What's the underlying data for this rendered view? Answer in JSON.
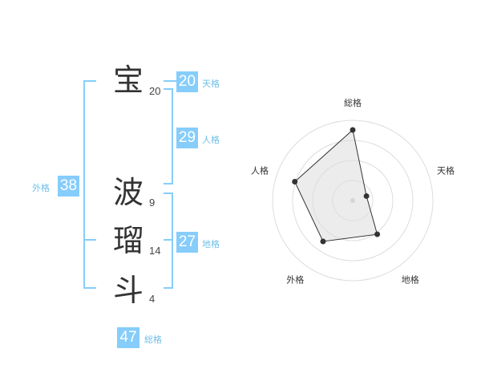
{
  "name": {
    "characters": [
      {
        "char": "宝",
        "strokes": "20"
      },
      {
        "char": "波",
        "strokes": "9"
      },
      {
        "char": "瑠",
        "strokes": "14"
      },
      {
        "char": "斗",
        "strokes": "4"
      }
    ]
  },
  "kaku": {
    "tenkaku": {
      "label": "天格",
      "value": "20"
    },
    "jinkaku": {
      "label": "人格",
      "value": "29"
    },
    "chikaku": {
      "label": "地格",
      "value": "27"
    },
    "gaikaku": {
      "label": "外格",
      "value": "38"
    },
    "soukaku": {
      "label": "総格",
      "value": "47"
    }
  },
  "chart_data": {
    "type": "radar",
    "axes": [
      "総格",
      "天格",
      "地格",
      "外格",
      "人格"
    ],
    "values": [
      0.88,
      0.18,
      0.52,
      0.63,
      0.76
    ],
    "max": 1,
    "rings": 4
  }
}
